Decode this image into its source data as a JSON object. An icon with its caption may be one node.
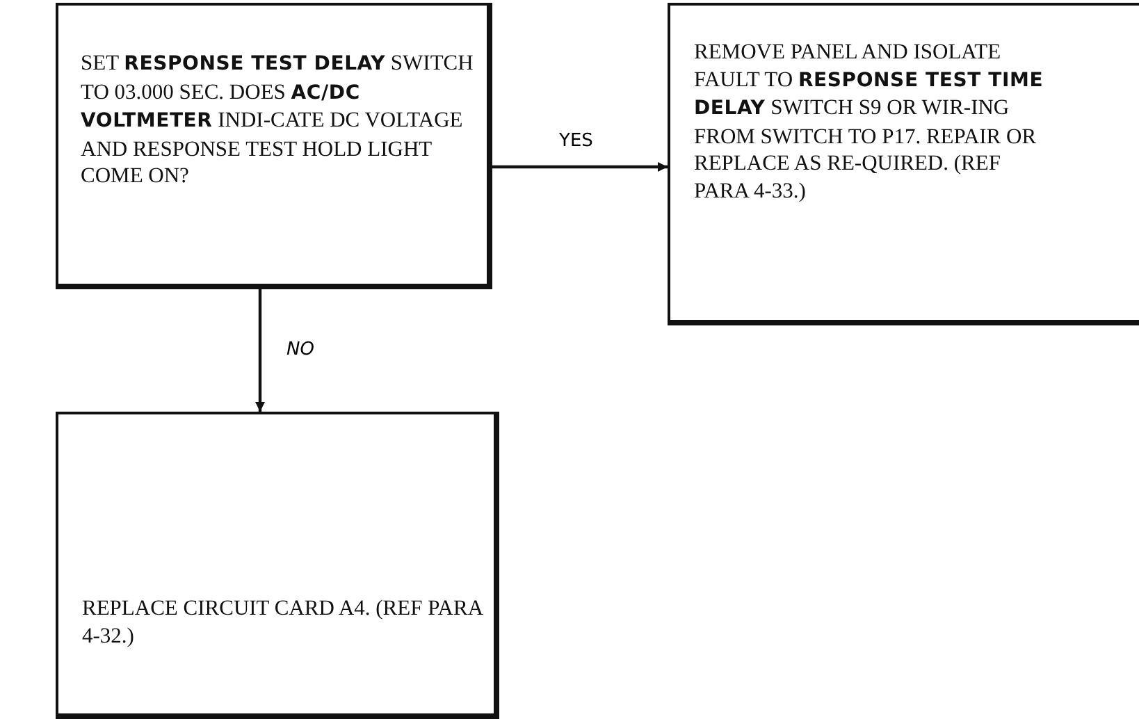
{
  "diagram": {
    "nodes": [
      {
        "text": [
          "SET **RESPONSE TEST DELAY** SWITCH TO 03.000 SEC. DOES **AC/DC VOLTMETER** INDI-CATE DC VOLTAGE AND RESPONSE TEST HOLD LIGHT COME ON?"
        ]
      },
      {
        "text": [
          "REMOVE PANEL AND ISOLATE FAULT TO **RESPONSE TEST TIME DELAY** SWITCH S9 OR WIR-ING FROM SWITCH TO P17. REPAIR OR REPLACE AS RE-QUIRED. (REF PARA 4-33.)"
        ]
      },
      {
        "text": [
          "REPLACE CIRCUIT CARD A4. (REF PARA 4-32.)"
        ]
      }
    ],
    "edges": [
      {
        "from": 0,
        "to": 1,
        "arrow": "to",
        "label": "YES"
      },
      {
        "from": 0,
        "to": 2,
        "arrow": "to",
        "label": "NO"
      }
    ]
  }
}
